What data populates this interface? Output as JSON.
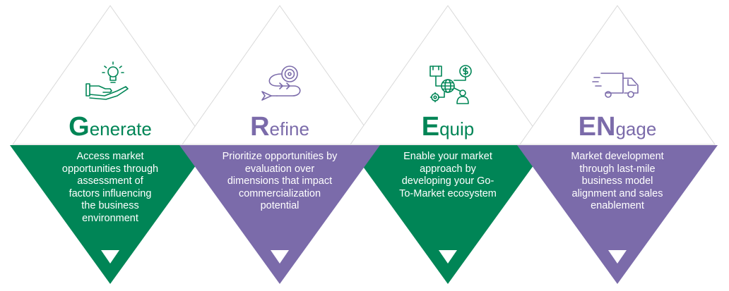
{
  "colors": {
    "green": "#008556",
    "purple": "#7B6BAA",
    "outline": "#d9d9d9"
  },
  "cards": [
    {
      "initial": "G",
      "rest": "enerate",
      "color": "green",
      "icon": "hand-lightbulb-icon",
      "lines": [
        "Access market",
        "opportunities through",
        "assessment of",
        "factors influencing",
        "the business",
        "environment"
      ]
    },
    {
      "initial": "R",
      "rest": "efine",
      "color": "purple",
      "icon": "target-arrow-icon",
      "lines": [
        "Prioritize opportunities by",
        "evaluation over",
        "dimensions that impact",
        "commercialization",
        "potential"
      ]
    },
    {
      "initial": "E",
      "rest": "quip",
      "color": "green",
      "icon": "ecosystem-network-icon",
      "lines": [
        "Enable your market",
        "approach by",
        "developing your Go-",
        "To-Market ecosystem"
      ]
    },
    {
      "initial": "EN",
      "rest": "gage",
      "color": "purple",
      "icon": "delivery-truck-icon",
      "lines": [
        "Market development",
        "through last-mile",
        "business model",
        "alignment and sales",
        "enablement"
      ]
    }
  ]
}
